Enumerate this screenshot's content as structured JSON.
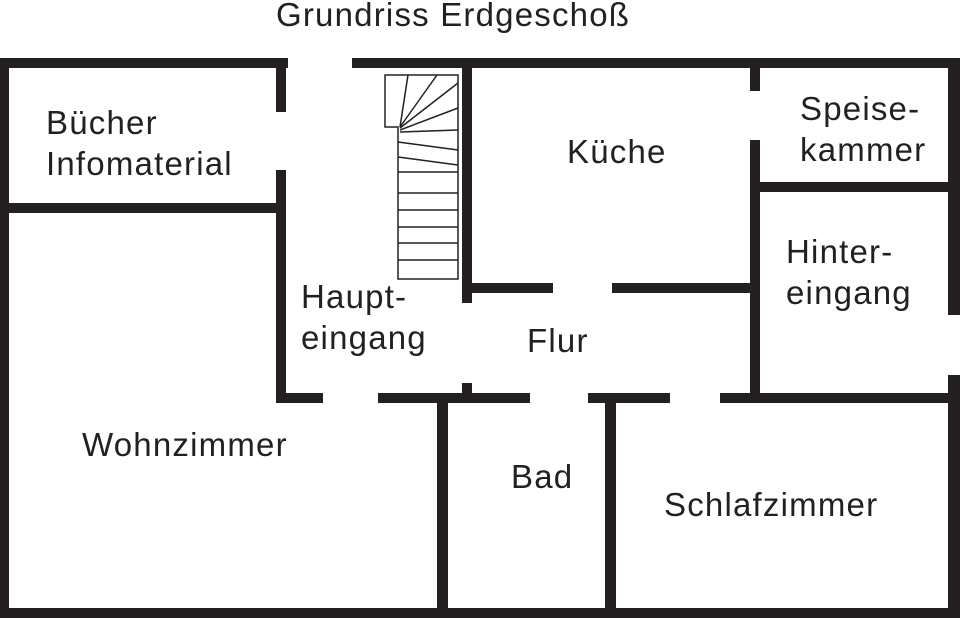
{
  "title": "Grundriss Erdgeschoß",
  "rooms": {
    "buecher": {
      "label": "Bücher\nInfomaterial"
    },
    "kueche": {
      "label": "Küche"
    },
    "speisekammer": {
      "label": "Speise-\nkammer"
    },
    "hintereingang": {
      "label": "Hinter-\neingang"
    },
    "haupteingang": {
      "label": "Haupt-\neingang"
    },
    "flur": {
      "label": "Flur"
    },
    "wohnzimmer": {
      "label": "Wohnzimmer"
    },
    "bad": {
      "label": "Bad"
    },
    "schlafzimmer": {
      "label": "Schlafzimmer"
    }
  },
  "colors": {
    "wall": "#242021",
    "ink": "#242021",
    "background": "#ffffff"
  }
}
